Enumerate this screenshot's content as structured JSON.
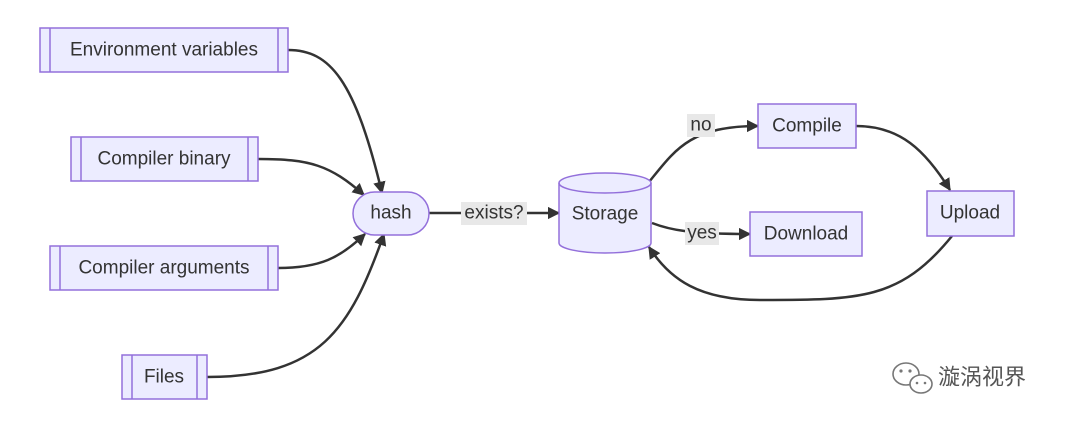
{
  "nodes": {
    "env_vars": "Environment variables",
    "compiler_binary": "Compiler binary",
    "compiler_args": "Compiler arguments",
    "files": "Files",
    "hash": "hash",
    "storage": "Storage",
    "compile": "Compile",
    "download": "Download",
    "upload": "Upload"
  },
  "edge_labels": {
    "exists": "exists?",
    "no": "no",
    "yes": "yes"
  },
  "watermark": {
    "text": "漩涡视界",
    "icon": "wechat-icon"
  },
  "colors": {
    "node_fill": "#ececff",
    "node_stroke": "#9370db",
    "edge": "#333333",
    "label_bg": "#e8e8e8"
  }
}
